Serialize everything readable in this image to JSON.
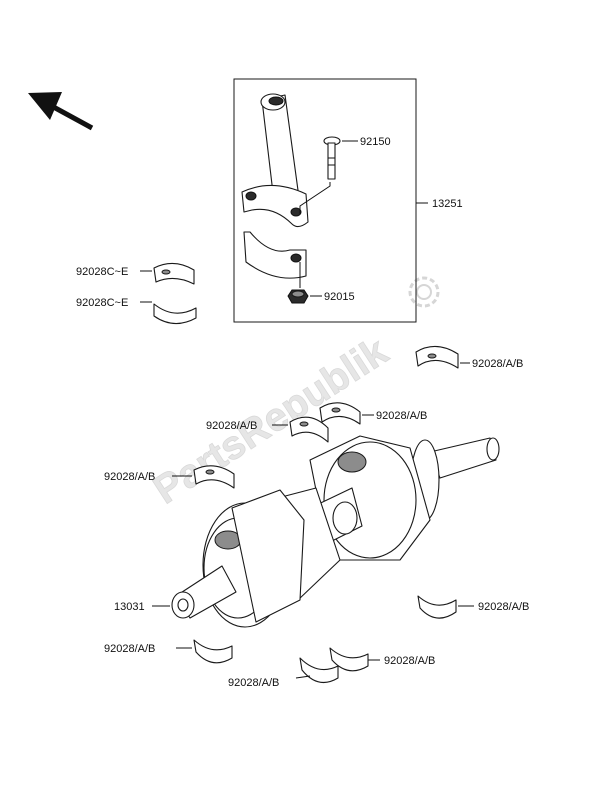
{
  "watermark": "PartsRepublik",
  "icons": [
    "direction-arrow-icon",
    "gear-icon"
  ],
  "labels": {
    "bolt": "92150",
    "conrod_assy": "13251",
    "nut": "92015",
    "conrod_bearing_upper": "92028C~E",
    "conrod_bearing_lower": "92028C~E",
    "main_bearing_right_top": "92028/A/B",
    "main_bearing_mid_right": "92028/A/B",
    "main_bearing_mid_left": "92028/A/B",
    "main_bearing_left": "92028/A/B",
    "crankshaft": "13031",
    "main_bearing_right_bottom": "92028/A/B",
    "main_bearing_bottom_left": "92028/A/B",
    "main_bearing_bottom_center": "92028/A/B",
    "main_bearing_bottom_right": "92028/A/B"
  }
}
